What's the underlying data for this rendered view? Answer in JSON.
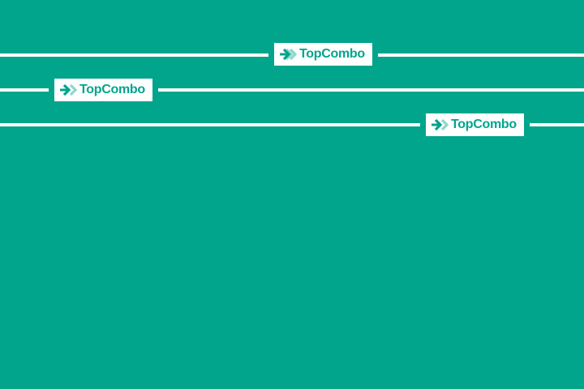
{
  "colors": {
    "background": "#00a58c",
    "line": "#ffffff",
    "badge_background": "#ffffff",
    "brand": "#00a58c",
    "arrow_light": "#8fd8cb"
  },
  "badges": [
    {
      "label": "TopCombo",
      "icon": "double-arrow-icon"
    },
    {
      "label": "TopCombo",
      "icon": "double-arrow-icon"
    },
    {
      "label": "TopCombo",
      "icon": "double-arrow-icon"
    }
  ]
}
